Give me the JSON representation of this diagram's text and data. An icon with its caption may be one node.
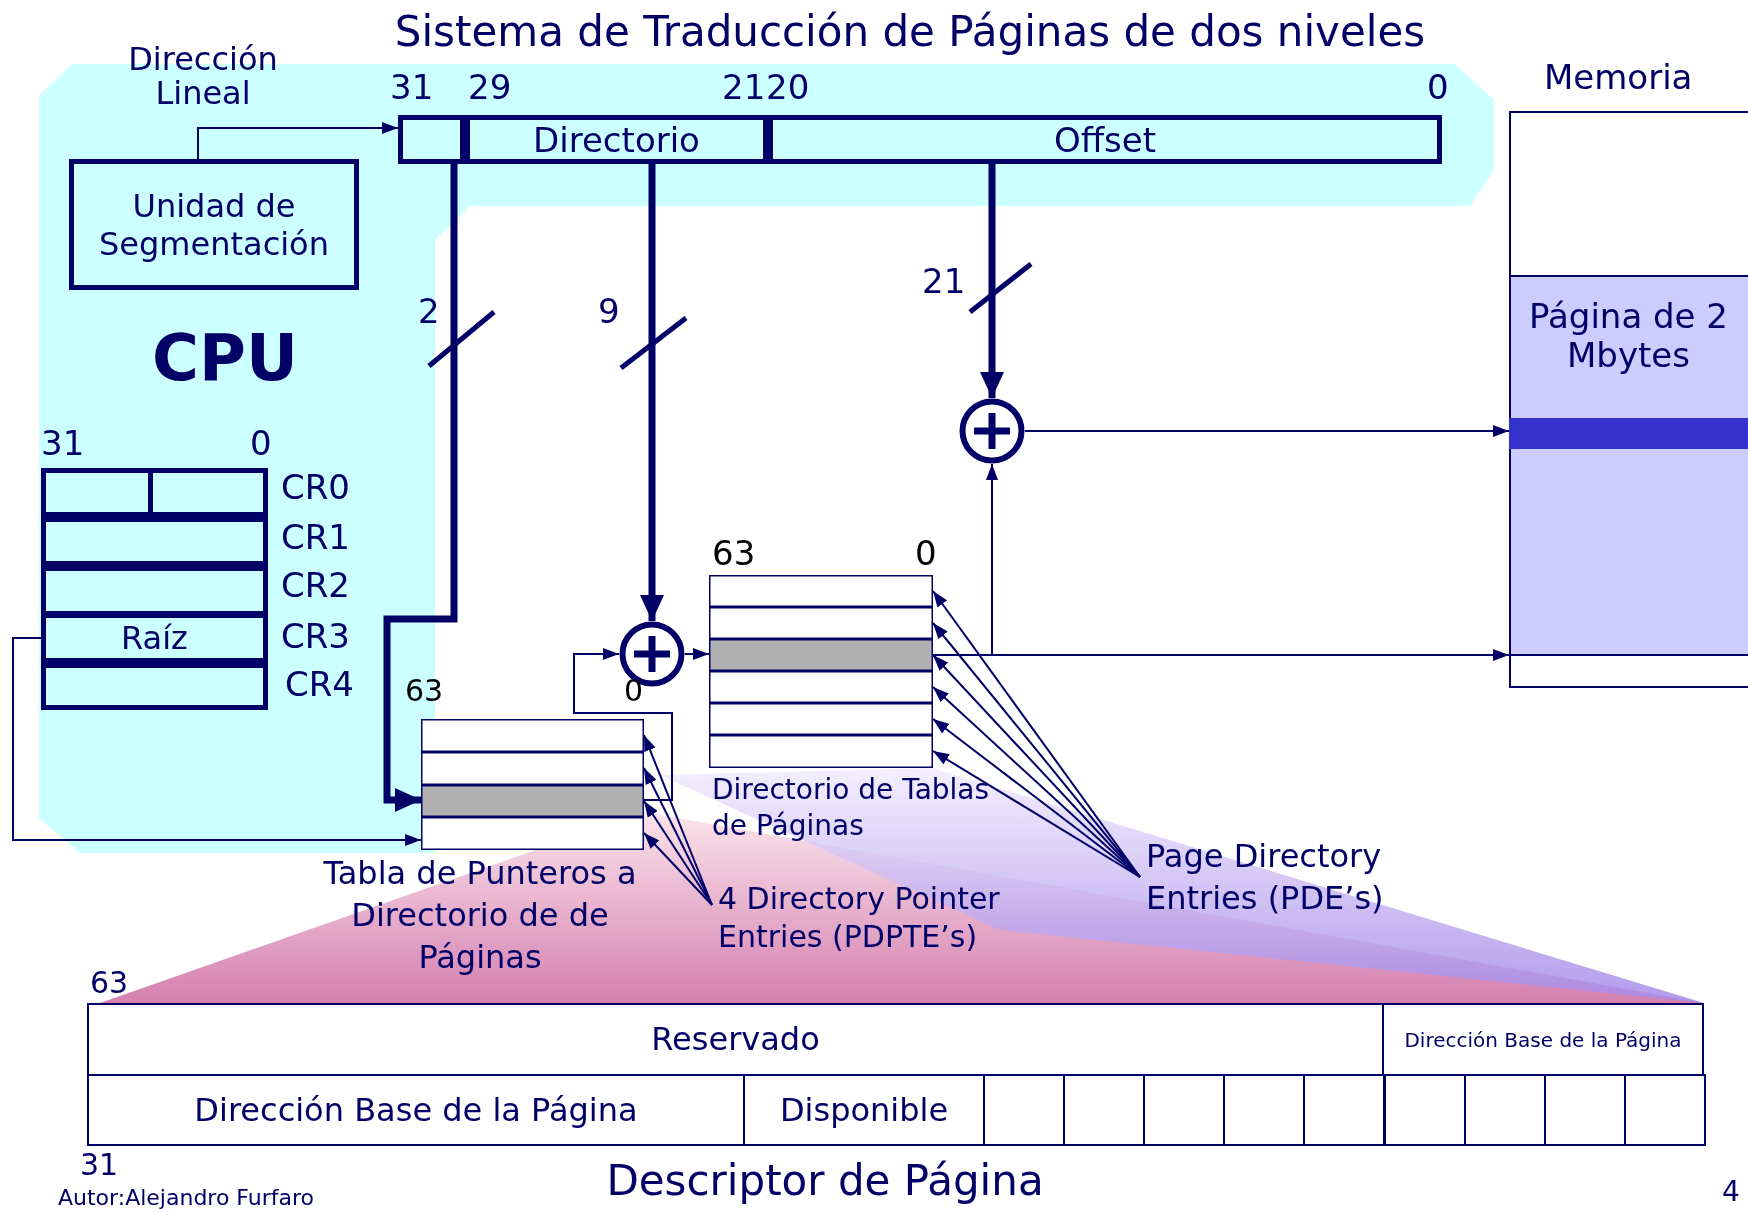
{
  "diagram": {
    "title": "Sistema de Traducción de Páginas de dos niveles",
    "nodes": [
      {
        "text": [
          "CPU"
        ]
      },
      {
        "text": [
          "Unidad de Segmentación"
        ],
        "in": 0
      },
      {
        "text": [],
        "shape": "box",
        "in": 0
      },
      {
        "text": [
          "Directorio"
        ],
        "in": 0
      },
      {
        "text": [
          "Offset"
        ],
        "in": 0
      },
      {
        "text": [],
        "shape": "box",
        "in": 0
      },
      {
        "text": [
          "Raíz"
        ],
        "in": 5,
        "beside": [
          "CR3"
        ]
      },
      {
        "text": [],
        "shape": "circle"
      },
      {
        "text": [],
        "shape": "circle"
      },
      {
        "text": [],
        "shape": "box",
        "beside": [
          "Tabla de Punteros a Directorio de de Páginas"
        ]
      },
      {
        "text": [],
        "shape": "bar",
        "in": 9
      },
      {
        "text": [],
        "shape": "bar",
        "in": 9
      },
      {
        "text": [],
        "shape": "bar",
        "in": 9
      },
      {
        "text": [],
        "shape": "bar",
        "in": 9
      },
      {
        "text": [],
        "shape": "box",
        "beside": [
          "Directorio de Tablas de Páginas"
        ]
      },
      {
        "text": [],
        "shape": "bar",
        "in": 14
      },
      {
        "text": [],
        "shape": "bar",
        "in": 14
      },
      {
        "text": [],
        "shape": "bar",
        "in": 14
      },
      {
        "text": [],
        "shape": "bar",
        "in": 14
      },
      {
        "text": [],
        "shape": "bar",
        "in": 14
      },
      {
        "text": [],
        "shape": "bar",
        "in": 14
      },
      {
        "text": [],
        "shape": "box",
        "beside": [
          "Memoria"
        ]
      },
      {
        "text": [
          "Página de 2 Mbytes"
        ],
        "in": 21
      },
      {
        "text": [],
        "shape": "bar",
        "in": 22
      },
      {
        "text": [
          "4 Directory Pointer Entries (PDPTE’s)"
        ]
      },
      {
        "text": [
          "Page Directory Entries (PDE’s)"
        ]
      }
    ],
    "edges": [
      {
        "from": 1,
        "to": 2,
        "arrow": "to",
        "label": "Dirección Lineal"
      },
      {
        "from": 2,
        "to": 12,
        "arrow": "to",
        "label": "2",
        "style": "thick"
      },
      {
        "from": 3,
        "to": 7,
        "arrow": "to",
        "label": "9",
        "style": "thick"
      },
      {
        "from": 4,
        "to": 8,
        "arrow": "to",
        "label": "21",
        "style": "thick"
      },
      {
        "from": 6,
        "to": 9,
        "arrow": "to"
      },
      {
        "from": 12,
        "to": 7,
        "arrow": "to"
      },
      {
        "from": 7,
        "to": 17,
        "arrow": "to"
      },
      {
        "from": 17,
        "to": 8,
        "arrow": "to"
      },
      {
        "from": 17,
        "to": 22,
        "arrow": "to"
      },
      {
        "from": 8,
        "to": 23,
        "arrow": "to"
      },
      {
        "from": 24,
        "to": 10,
        "arrow": "to"
      },
      {
        "from": 24,
        "to": 11,
        "arrow": "to"
      },
      {
        "from": 24,
        "to": 12,
        "arrow": "to"
      },
      {
        "from": 24,
        "to": 13,
        "arrow": "to"
      },
      {
        "from": 25,
        "to": 15,
        "arrow": "to"
      },
      {
        "from": 25,
        "to": 16,
        "arrow": "to"
      },
      {
        "from": 25,
        "to": 17,
        "arrow": "to"
      },
      {
        "from": 25,
        "to": 18,
        "arrow": "to"
      },
      {
        "from": 25,
        "to": 19,
        "arrow": "to"
      },
      {
        "from": 25,
        "to": 20,
        "arrow": "to"
      }
    ],
    "labels": [
      "31",
      "29",
      "21",
      "20",
      "0",
      "31",
      "0",
      "CR0",
      "CR1",
      "CR2",
      "CR4",
      "63",
      "0",
      "63",
      "0",
      "63",
      "Reservado",
      "Dirección Base de la Página",
      "Dirección Base de la Página",
      "Disponible",
      "31",
      "Descriptor de Página",
      "Autor:Alejandro Furfaro",
      "4"
    ]
  }
}
